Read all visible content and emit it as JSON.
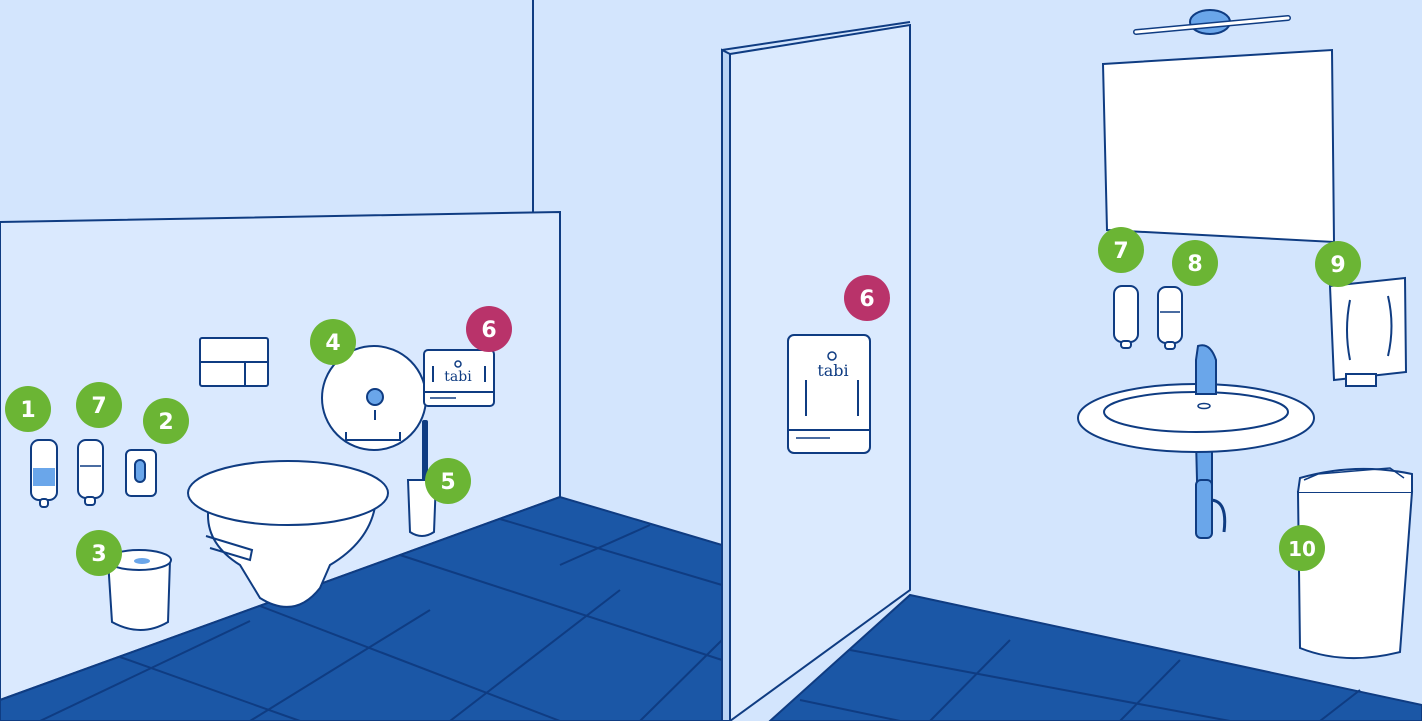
{
  "colors": {
    "wall_light": "#d3e5fd",
    "wall_panel": "#dae9fe",
    "floor": "#1b57a6",
    "outline": "#0f3c82",
    "fixture": "#ffffff",
    "accent_blue": "#6aa6ea",
    "badge_green": "#6bb534",
    "badge_magenta": "#b9336a"
  },
  "badges": {
    "b1": "1",
    "b2": "2",
    "b3": "3",
    "b4": "4",
    "b5": "5",
    "b6_left": "6",
    "b6_door": "6",
    "b7_left": "7",
    "b7_right": "7",
    "b8": "8",
    "b9": "9",
    "b10": "10"
  },
  "brand": {
    "small": "tabi",
    "large": "tabi"
  }
}
